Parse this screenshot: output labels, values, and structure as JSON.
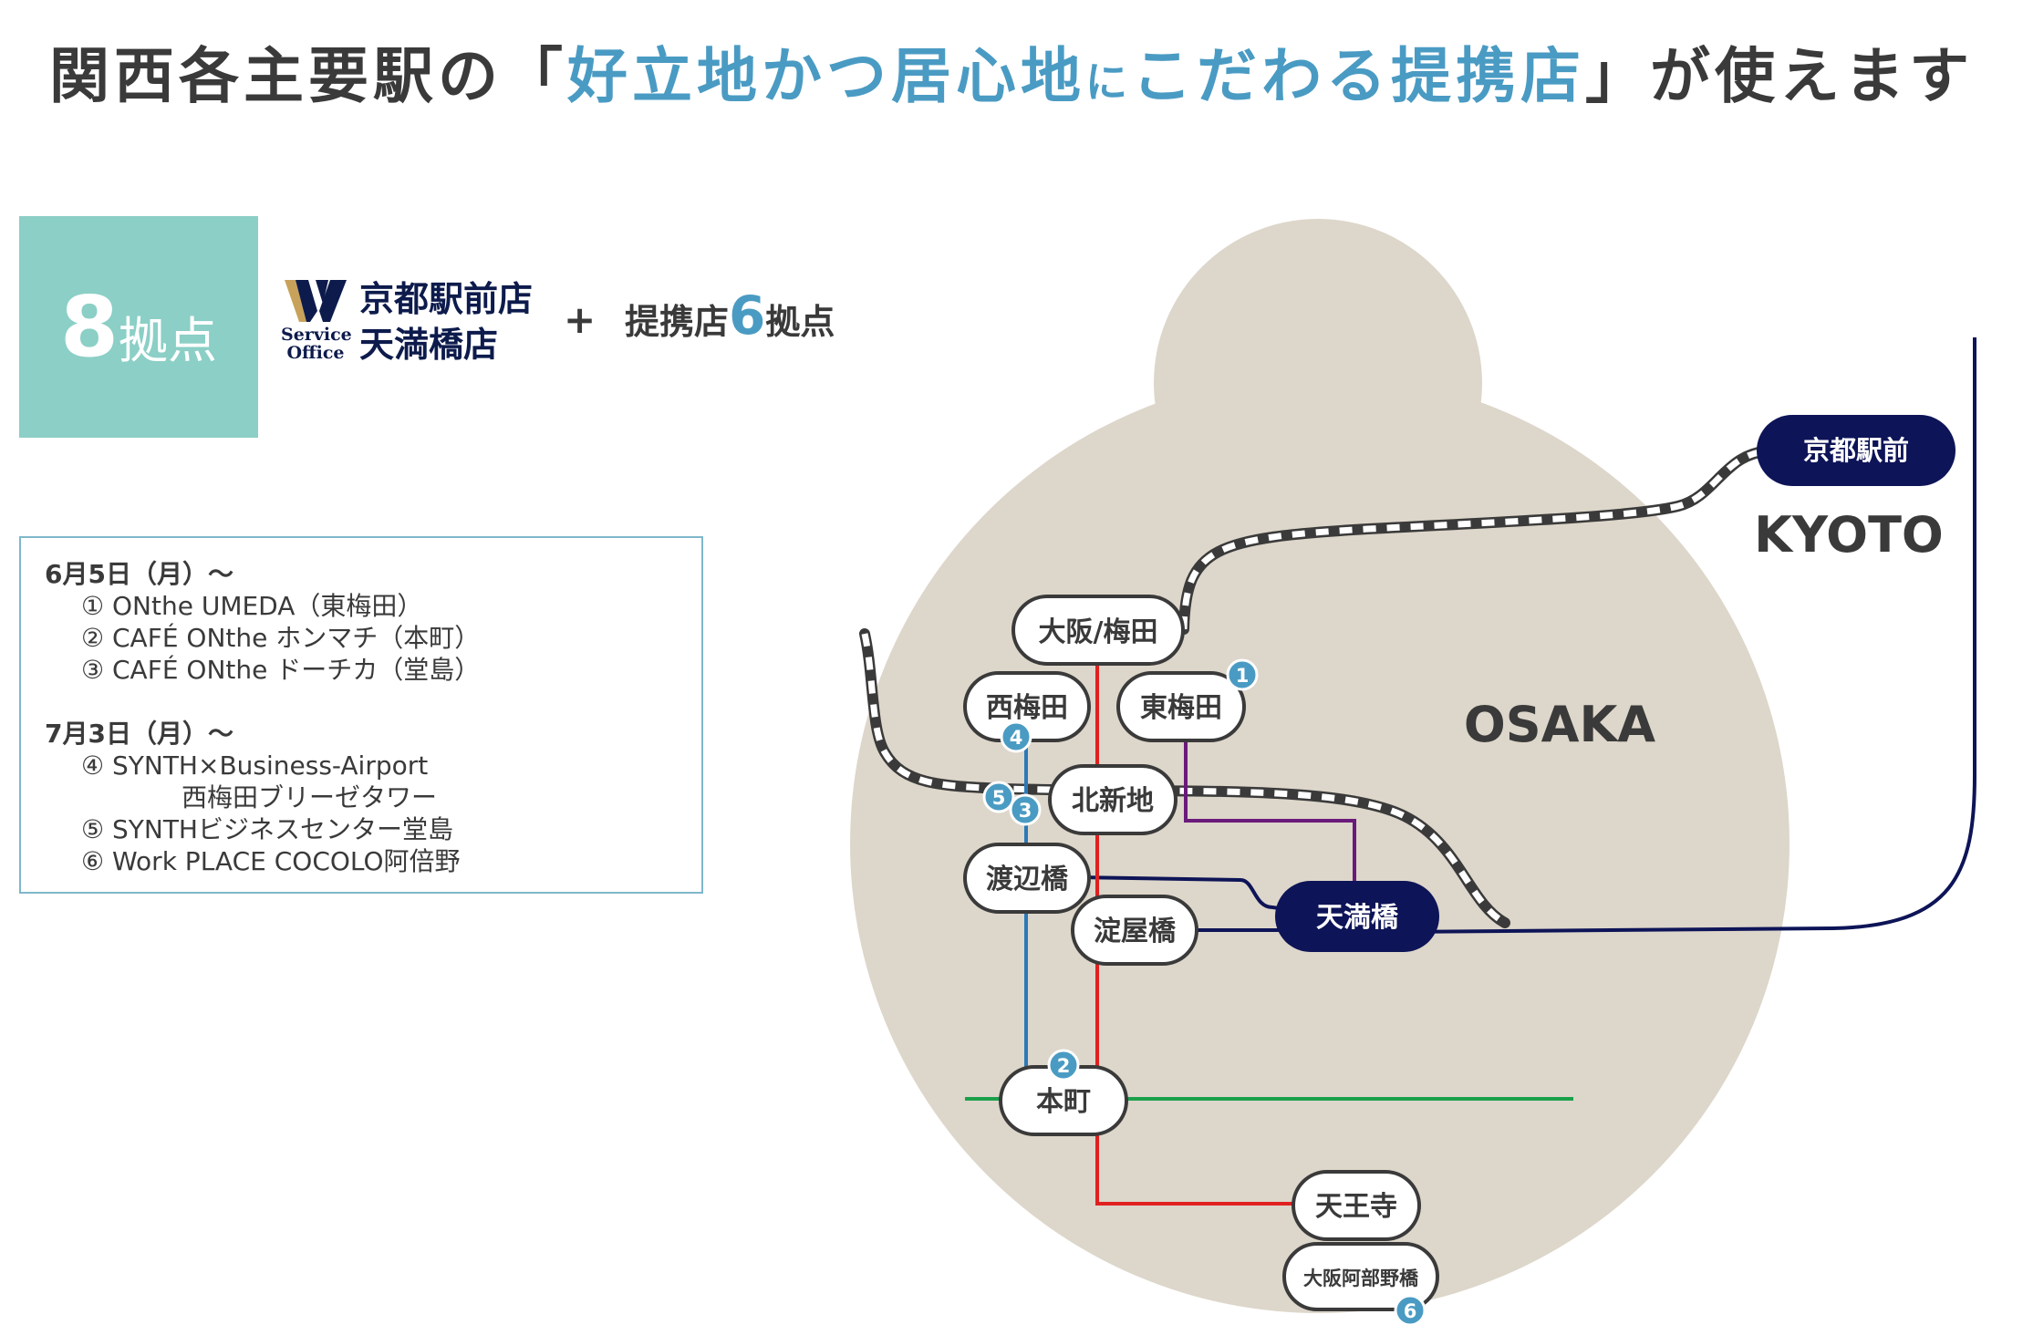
{
  "headline": {
    "prefix": "関西各主要駅の「",
    "hl1": "好立地かつ居心地",
    "hl2": "に",
    "hl3": "こだわる提携店",
    "suffix": "」が使えます"
  },
  "summary": {
    "count": "8",
    "count_unit": "拠点",
    "brand_service": "Service",
    "brand_office": "Office",
    "branch1": "京都駅前店",
    "branch2": "天満橋店",
    "plus": "+",
    "partner_prefix": "提携店",
    "partner_count": "6",
    "partner_suffix": "拠点"
  },
  "info": {
    "group1_date": "6月5日（月）～",
    "group1_items": [
      "① ONthe UMEDA（東梅田）",
      "② CAFÉ ONthe ホンマチ（本町）",
      "③ CAFÉ ONthe ドーチカ（堂島）"
    ],
    "group2_date": "7月3日（月）～",
    "group2_item4a": "④ SYNTH×Business-Airport",
    "group2_item4b": "西梅田ブリーゼタワー",
    "group2_items": [
      "⑤ SYNTHビジネスセンター堂島",
      "⑥ Work PLACE COCOLO阿倍野"
    ]
  },
  "map": {
    "osaka_label": "OSAKA",
    "kyoto_label": "KYOTO",
    "stations": {
      "kyoto_ekimae": "京都駅前",
      "osaka_umeda": "大阪/梅田",
      "nishiumeda": "西梅田",
      "higashiumeda": "東梅田",
      "kitashinchi": "北新地",
      "watanabebashi": "渡辺橋",
      "yodoyabashi": "淀屋橋",
      "tenmabashi": "天満橋",
      "honmachi": "本町",
      "tennoji": "天王寺",
      "osaka_abenobashi": "大阪阿部野橋"
    },
    "markers": [
      "1",
      "2",
      "3",
      "4",
      "5",
      "6"
    ],
    "colors": {
      "navy": "#0d1457",
      "red": "#e02020",
      "blue": "#2a7ab8",
      "green": "#1aa04a",
      "purple": "#6a1a7a",
      "marker": "#4a9bc3",
      "region": "#ddd6ca"
    }
  }
}
